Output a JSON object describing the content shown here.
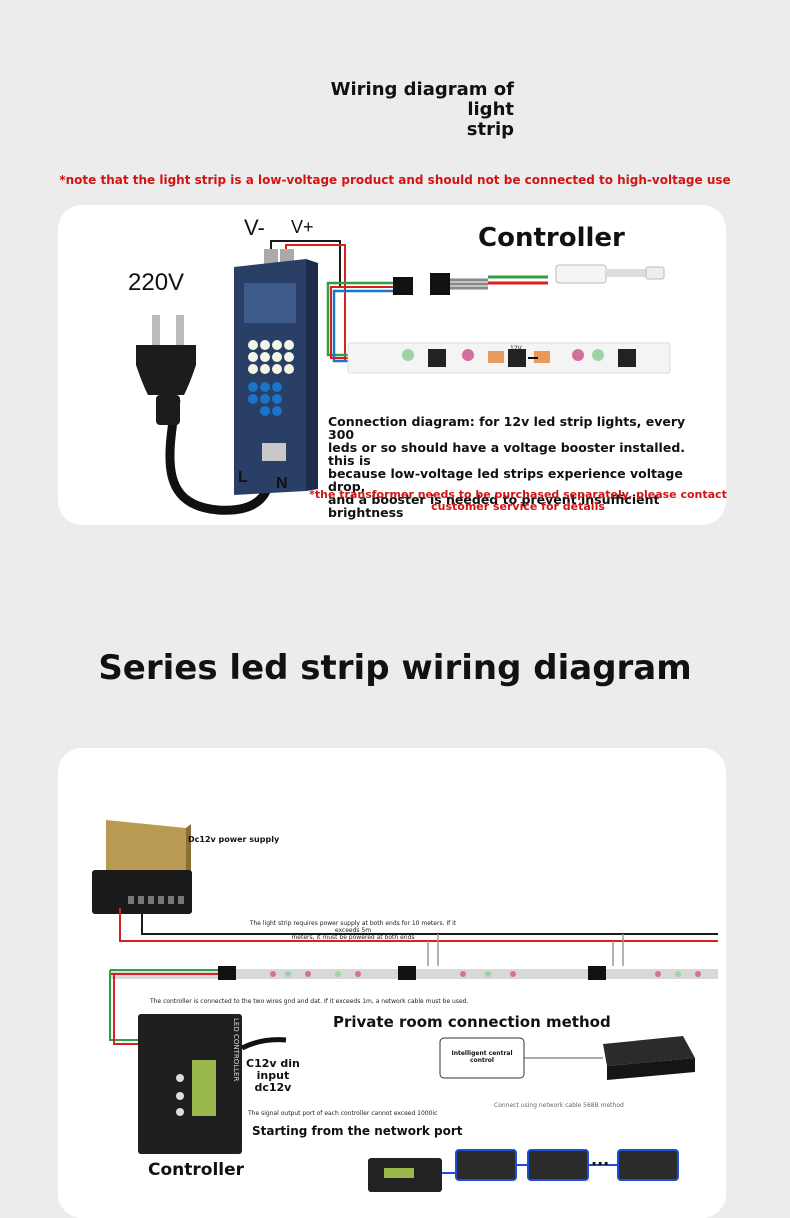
{
  "section1": {
    "title_line1": "Wiring diagram of light",
    "title_line2": "strip",
    "note": "*note that the light strip is a low-voltage product and should not be connected to high-voltage use",
    "label_vminus": "V-",
    "label_vplus": "V+",
    "label_220v": "220V",
    "label_controller": "Controller",
    "label_l": "L",
    "label_n": "N",
    "strip_label_12v": "12V",
    "connection_text_1": "Connection diagram: for 12v led strip lights, every 300",
    "connection_text_2": "leds or so should have a voltage booster installed. this is",
    "connection_text_3": "because low-voltage led strips experience voltage drop,",
    "connection_text_4": "and a booster is needed to prevent insufficient brightness",
    "transformer_note_1": "*the transformer needs to be purchased separately, please contact",
    "transformer_note_2": "customer service for details"
  },
  "section2": {
    "title": "Series led strip wiring diagram",
    "label_power_supply": "Dc12v power supply",
    "note_power_ends_1": "The light strip requires power supply at both ends for 10 meters. If it exceeds 5m",
    "note_power_ends_2": "meters, it must be powered at both ends",
    "note_controller_wires": "The controller is connected to the two wires gnd and dat. If it exceeds 1m, a network cable must be used.",
    "label_private_room": "Private room connection method",
    "label_intelligent_1": "Intelligent central",
    "label_intelligent_2": "control",
    "label_network_cable": "Connect using network cable 568B method",
    "label_din_1": "C12v din",
    "label_din_2": "input",
    "label_din_3": "dc12v",
    "label_signal_port": "The signal output port of each controller cannot exceed 1000ic",
    "label_network_port": "Starting from the network port",
    "label_controller": "Controller",
    "label_led_controller": "LED CONTROLLER",
    "label_dots": "..."
  },
  "colors": {
    "red_text": "#d21414",
    "wire_red": "#d8211f",
    "wire_green": "#2f9e44",
    "wire_black": "#1a1a1a",
    "card_bg": "#ffffff",
    "page_bg": "#ececec"
  }
}
